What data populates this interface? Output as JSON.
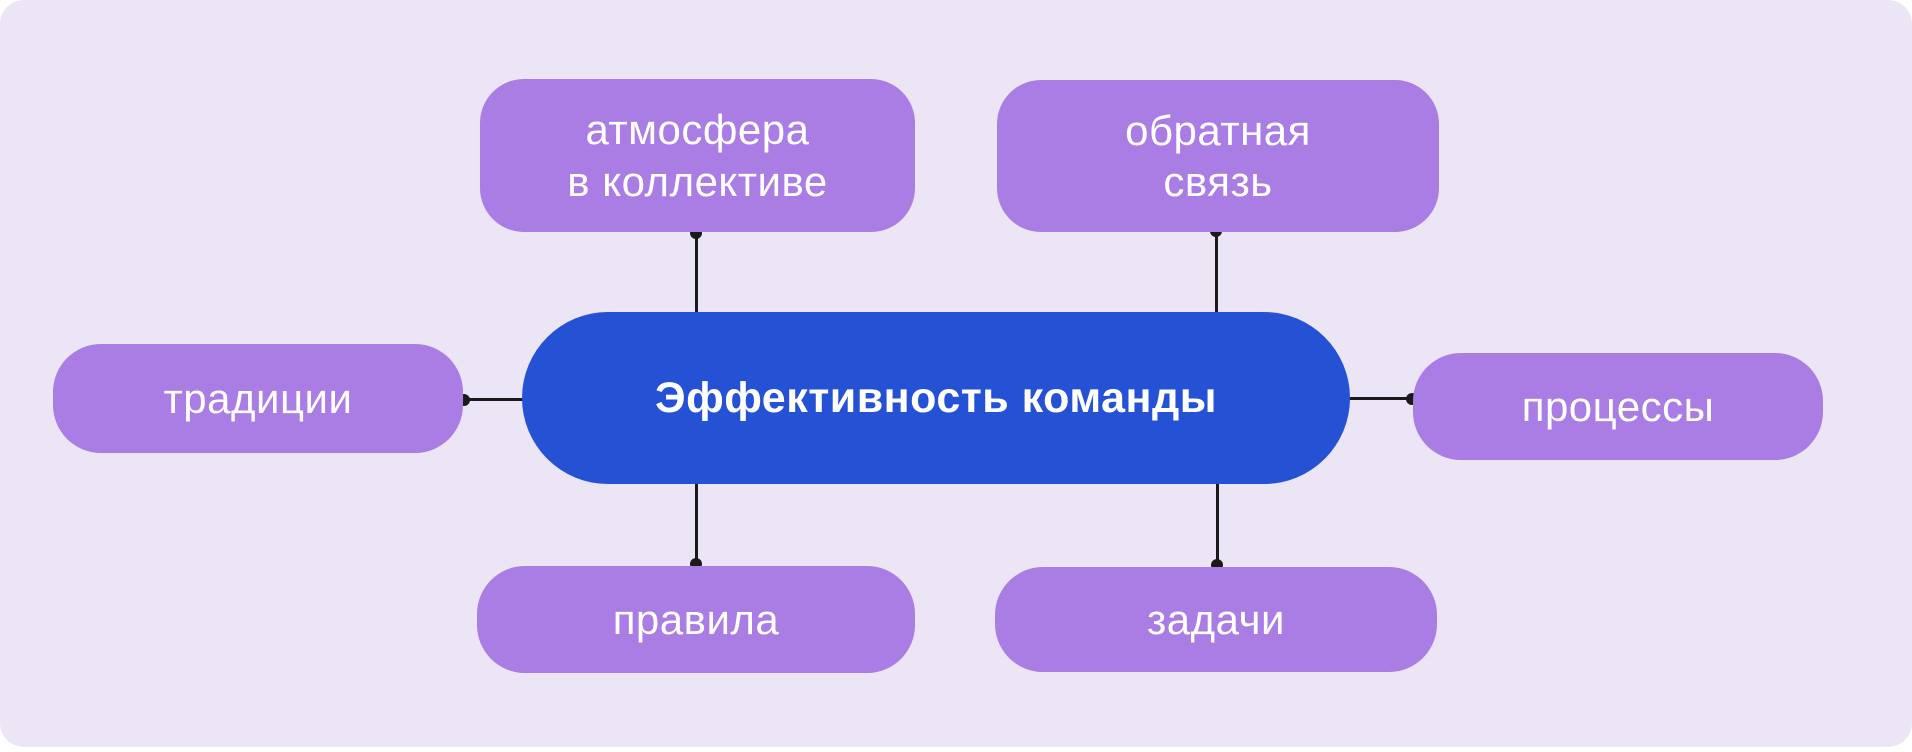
{
  "diagram": {
    "title": "Эффективность команды",
    "center": {
      "label": "Эффективность команды"
    },
    "nodes": {
      "top_left": {
        "label": "атмосфера\nв коллективе"
      },
      "top_right": {
        "label": "обратная\nсвязь"
      },
      "left": {
        "label": "традиции"
      },
      "right": {
        "label": "процессы"
      },
      "bottom_left": {
        "label": "правила"
      },
      "bottom_right": {
        "label": "задачи"
      }
    },
    "connections": [
      {
        "from": "center",
        "to": "top_left"
      },
      {
        "from": "center",
        "to": "top_right"
      },
      {
        "from": "center",
        "to": "left"
      },
      {
        "from": "center",
        "to": "right"
      },
      {
        "from": "center",
        "to": "bottom_left"
      },
      {
        "from": "center",
        "to": "bottom_right"
      }
    ]
  },
  "colors": {
    "page_bg": "#ffffff",
    "panel_bg": "#ece5f6",
    "node_fill": "#a97de4",
    "center_fill": "#2551d5",
    "connector": "#1a1a1a",
    "text": "#ffffff"
  }
}
